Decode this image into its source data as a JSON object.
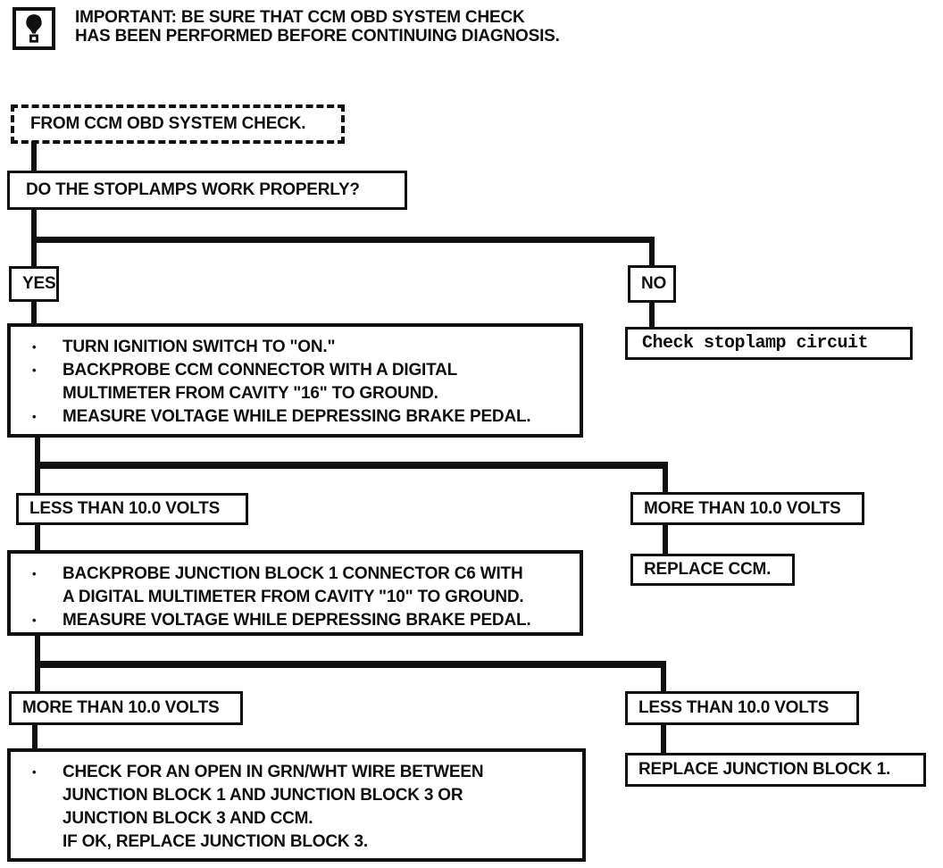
{
  "colors": {
    "ink": "#101010",
    "paper": "#ffffff"
  },
  "icons": {
    "bullet": "•",
    "important": "important-exclamation-icon"
  },
  "notice": {
    "line1": "IMPORTANT: BE SURE THAT CCM OBD SYSTEM CHECK",
    "line2": "HAS BEEN PERFORMED BEFORE CONTINUING DIAGNOSIS."
  },
  "flow": {
    "start": {
      "label": "FROM CCM OBD SYSTEM CHECK."
    },
    "question": {
      "label": "DO THE STOPLAMPS WORK PROPERLY?"
    },
    "yes_label": "YES",
    "no_label": "NO",
    "check_stoplamp": "Check stoplamp circuit",
    "action1": {
      "bullets": [
        {
          "lines": [
            "TURN IGNITION SWITCH TO \"ON.\""
          ]
        },
        {
          "lines": [
            "BACKPROBE CCM CONNECTOR WITH A DIGITAL",
            "MULTIMETER FROM CAVITY \"16\" TO GROUND."
          ]
        },
        {
          "lines": [
            "MEASURE VOLTAGE WHILE DEPRESSING BRAKE PEDAL."
          ]
        }
      ]
    },
    "less1": "LESS THAN 10.0 VOLTS",
    "more1": "MORE THAN 10.0 VOLTS",
    "replace_ccm": "REPLACE CCM.",
    "action2": {
      "bullets": [
        {
          "lines": [
            "BACKPROBE JUNCTION BLOCK 1 CONNECTOR C6 WITH",
            "A DIGITAL MULTIMETER FROM CAVITY \"10\" TO GROUND."
          ]
        },
        {
          "lines": [
            "MEASURE VOLTAGE WHILE DEPRESSING BRAKE PEDAL."
          ]
        }
      ]
    },
    "more2": "MORE THAN 10.0 VOLTS",
    "less2": "LESS THAN 10.0 VOLTS",
    "replace_jb1": "REPLACE JUNCTION BLOCK 1.",
    "action3": {
      "bullets": [
        {
          "lines": [
            "CHECK FOR AN OPEN IN GRN/WHT WIRE BETWEEN",
            "JUNCTION BLOCK 1 AND JUNCTION BLOCK 3 OR",
            "JUNCTION BLOCK 3 AND CCM.",
            "IF OK, REPLACE JUNCTION BLOCK 3."
          ]
        }
      ]
    }
  }
}
